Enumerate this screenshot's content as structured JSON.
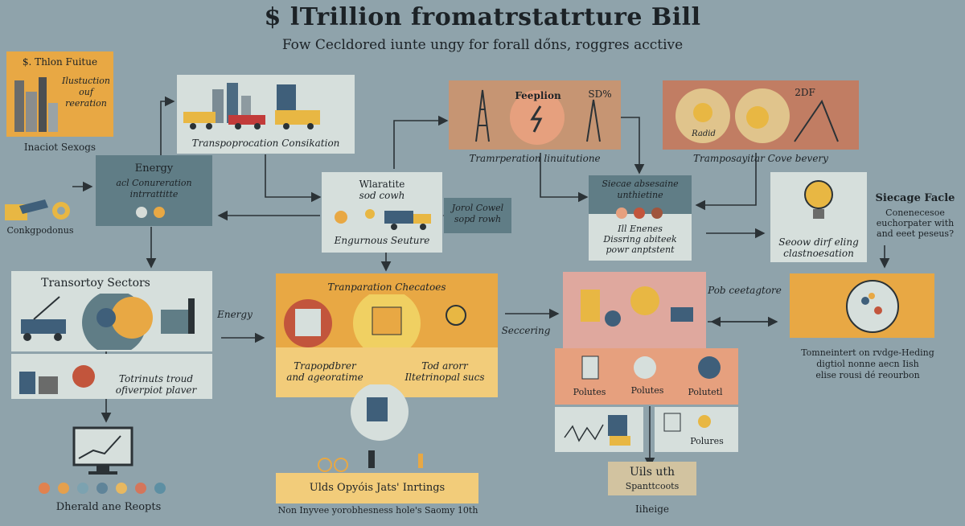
{
  "header": {
    "title": "$ lTrillion fromatrstatrture Bill",
    "subtitle": "Fow Cecldored iunte ungy for forall dőns, roggres acctive"
  },
  "nodes": {
    "top_left_box": {
      "title": "$. Thlon Fuitue",
      "text": "Ilustuction\nouf reeration"
    },
    "top_left_caption": "Inaciot Sexogs",
    "transport_consikation": {
      "caption": "Transpoprocation Consikation"
    },
    "energy": {
      "title": "Energy",
      "text": "acl Conureration\nintrrattitte"
    },
    "left_gear": {
      "caption": "Conkgpodonus"
    },
    "transportoy_sectors": {
      "title": "Transortoy Sectors",
      "caption": "Totrinuts troud\nofiverpiot plaver"
    },
    "energy_label": "Energy",
    "wlaratite": {
      "title": "Wlaratite",
      "subtitle": "sod cowh",
      "caption": "Engurnous Seuture"
    },
    "jorol_cowel": {
      "text": "Jorol Cowel\nsopd rowh"
    },
    "feeplion": {
      "title": "Feeplion",
      "badge": "SD%",
      "caption": "Tramrperation linuitutione"
    },
    "siecage_box": {
      "text": "Siecae absesaine\nunthietine",
      "body": "Ill Enenes\nDissring abiteek\npowr anptstent"
    },
    "top_right_box": {
      "badge": "2DF",
      "sublabel": "Radid",
      "caption": "Tramposayitar Cove bevery"
    },
    "bulb_box": {
      "caption": "Seoow dirf eling\nclastnoesation"
    },
    "siecage_facle": {
      "title": "Siecage Facle",
      "text": "Conenecesoe\neuchorpater with\nand eeet peseus?"
    },
    "transparation_center": {
      "title": "Tranparation Checatoes",
      "left_caption": "Trapopdbrer\nand ageoratime",
      "right_caption": "Tod arorr\nIltetrinopal sucs"
    },
    "seccering_label": "Seccering",
    "pob_label": "Pob ceetagtore",
    "pink_box": {
      "items": [
        "Polutes",
        "Polutes",
        "Polutetl"
      ]
    },
    "bottom_mid_right": {
      "caption": "Polures"
    },
    "uils_box": {
      "title": "Uils uth",
      "subtitle": "Spanttcoots",
      "caption": "Iiheige"
    },
    "right_orange_caption": "Tomneintert on rvdge-Heding\ndigtiol nonne aecn Iish\nelise rousi dé reourbon",
    "bottom_left_caption": "Dherald ane Reopts",
    "bottom_banner": {
      "title": "Ulds Opyóis Jats' Inrtings",
      "caption": "Non Inyvee yorobhesness hole's Saomy 10th"
    }
  },
  "colors": {
    "background": "#8fa3ab",
    "orange": "#e8a844",
    "slate": "#607d86",
    "pale": "#d6dfdc",
    "salmon": "#e6a07e",
    "pink": "#dfa89e",
    "tan": "#c69573",
    "beige": "#d2c3a0"
  },
  "dots_bottom_left": [
    "#e0824f",
    "#e5a04d",
    "#7ca2b0",
    "#5f8499",
    "#e8b860",
    "#d4765b",
    "#5d8fa3"
  ]
}
